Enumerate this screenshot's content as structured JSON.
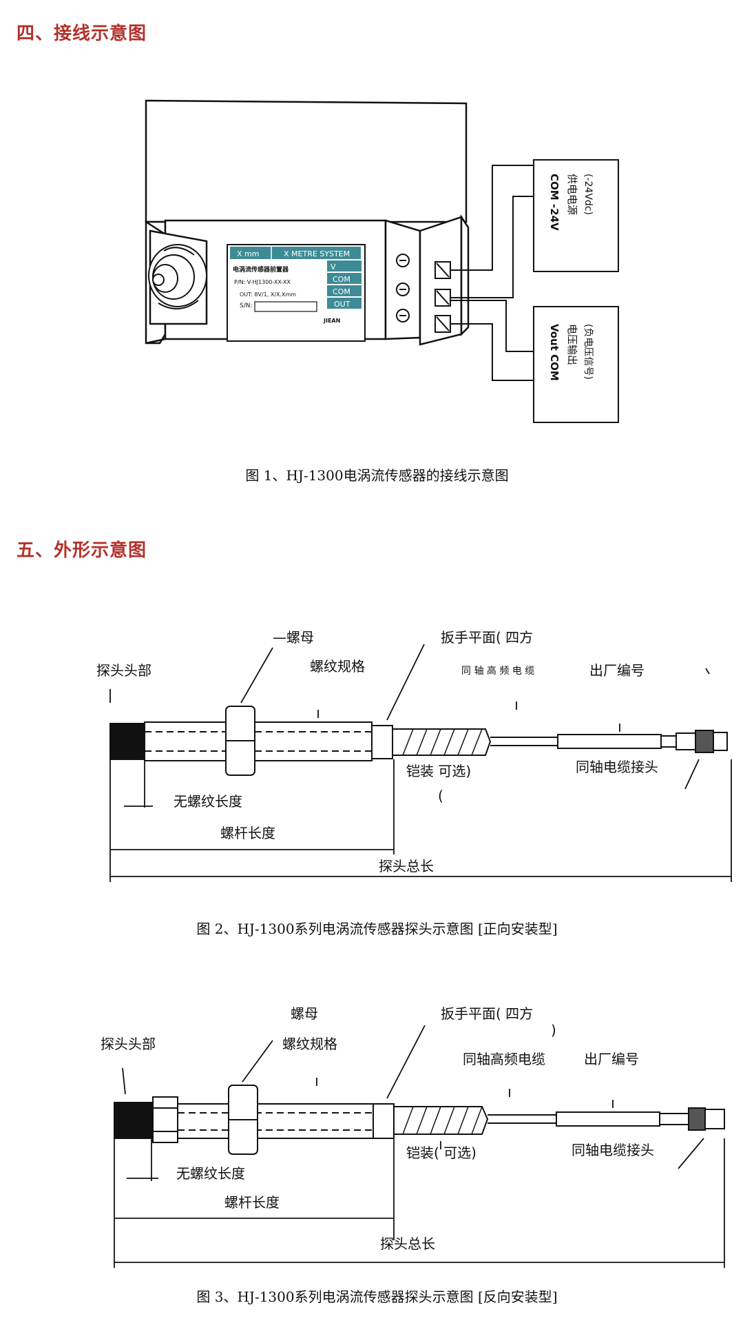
{
  "section4": {
    "title": "四、接线示意图"
  },
  "figure1": {
    "caption": "图 1、HJ-1300电涡流传感器的接线示意图",
    "panel": {
      "unit_label": "X mm",
      "system_label": "X METRE SYSTEM",
      "model_line": "电涡流传感器前置器",
      "part_number": "P/N: V-HJ1300-XX-XX",
      "output_line": "OUT: 8V/1, X/X.Xmm",
      "serial_label": "S/N:",
      "terminals": [
        "V",
        "COM",
        "COM",
        "OUT"
      ],
      "vendor": "JIEAN"
    },
    "box_top": {
      "line1": "COM -24V",
      "line2": "供电电源",
      "line3": "(-24Vdc)"
    },
    "box_bottom": {
      "line1": "Vout COM",
      "line2": "电压输出",
      "line3": "(负电压信号)"
    }
  },
  "section5": {
    "title": "五、外形示意图"
  },
  "figure2": {
    "caption": "图 2、HJ-1300系列电涡流传感器探头示意图 [正向安装型]",
    "labels": {
      "probe_head": "探头头部",
      "nut": "—螺母",
      "thread_spec": "螺纹规格",
      "wrench_flat": "扳手平面( 四方",
      "coax_cable": "同 轴 高 频 电 缆",
      "serial": "出厂编号",
      "armor": "铠装  可选)",
      "armor_paren": "(",
      "coax_connector": "同轴电缆接头",
      "unthreaded_length": "无螺纹长度",
      "screw_length": "螺杆长度",
      "total_length": "探头总长"
    }
  },
  "figure3": {
    "caption": "图 3、HJ-1300系列电涡流传感器探头示意图 [反向安装型]",
    "labels": {
      "probe_head": "探头头部",
      "nut": "螺母",
      "thread_spec": "螺纹规格",
      "wrench_flat": "扳手平面( 四方",
      "wrench_paren": ")",
      "coax_cable": "同轴高频电缆",
      "serial": "出厂编号",
      "armor": "铠装(  可选)",
      "coax_connector": "同轴电缆接头",
      "unthreaded_length": "无螺纹长度",
      "screw_length": "螺杆长度",
      "total_length": "探头总长"
    }
  }
}
